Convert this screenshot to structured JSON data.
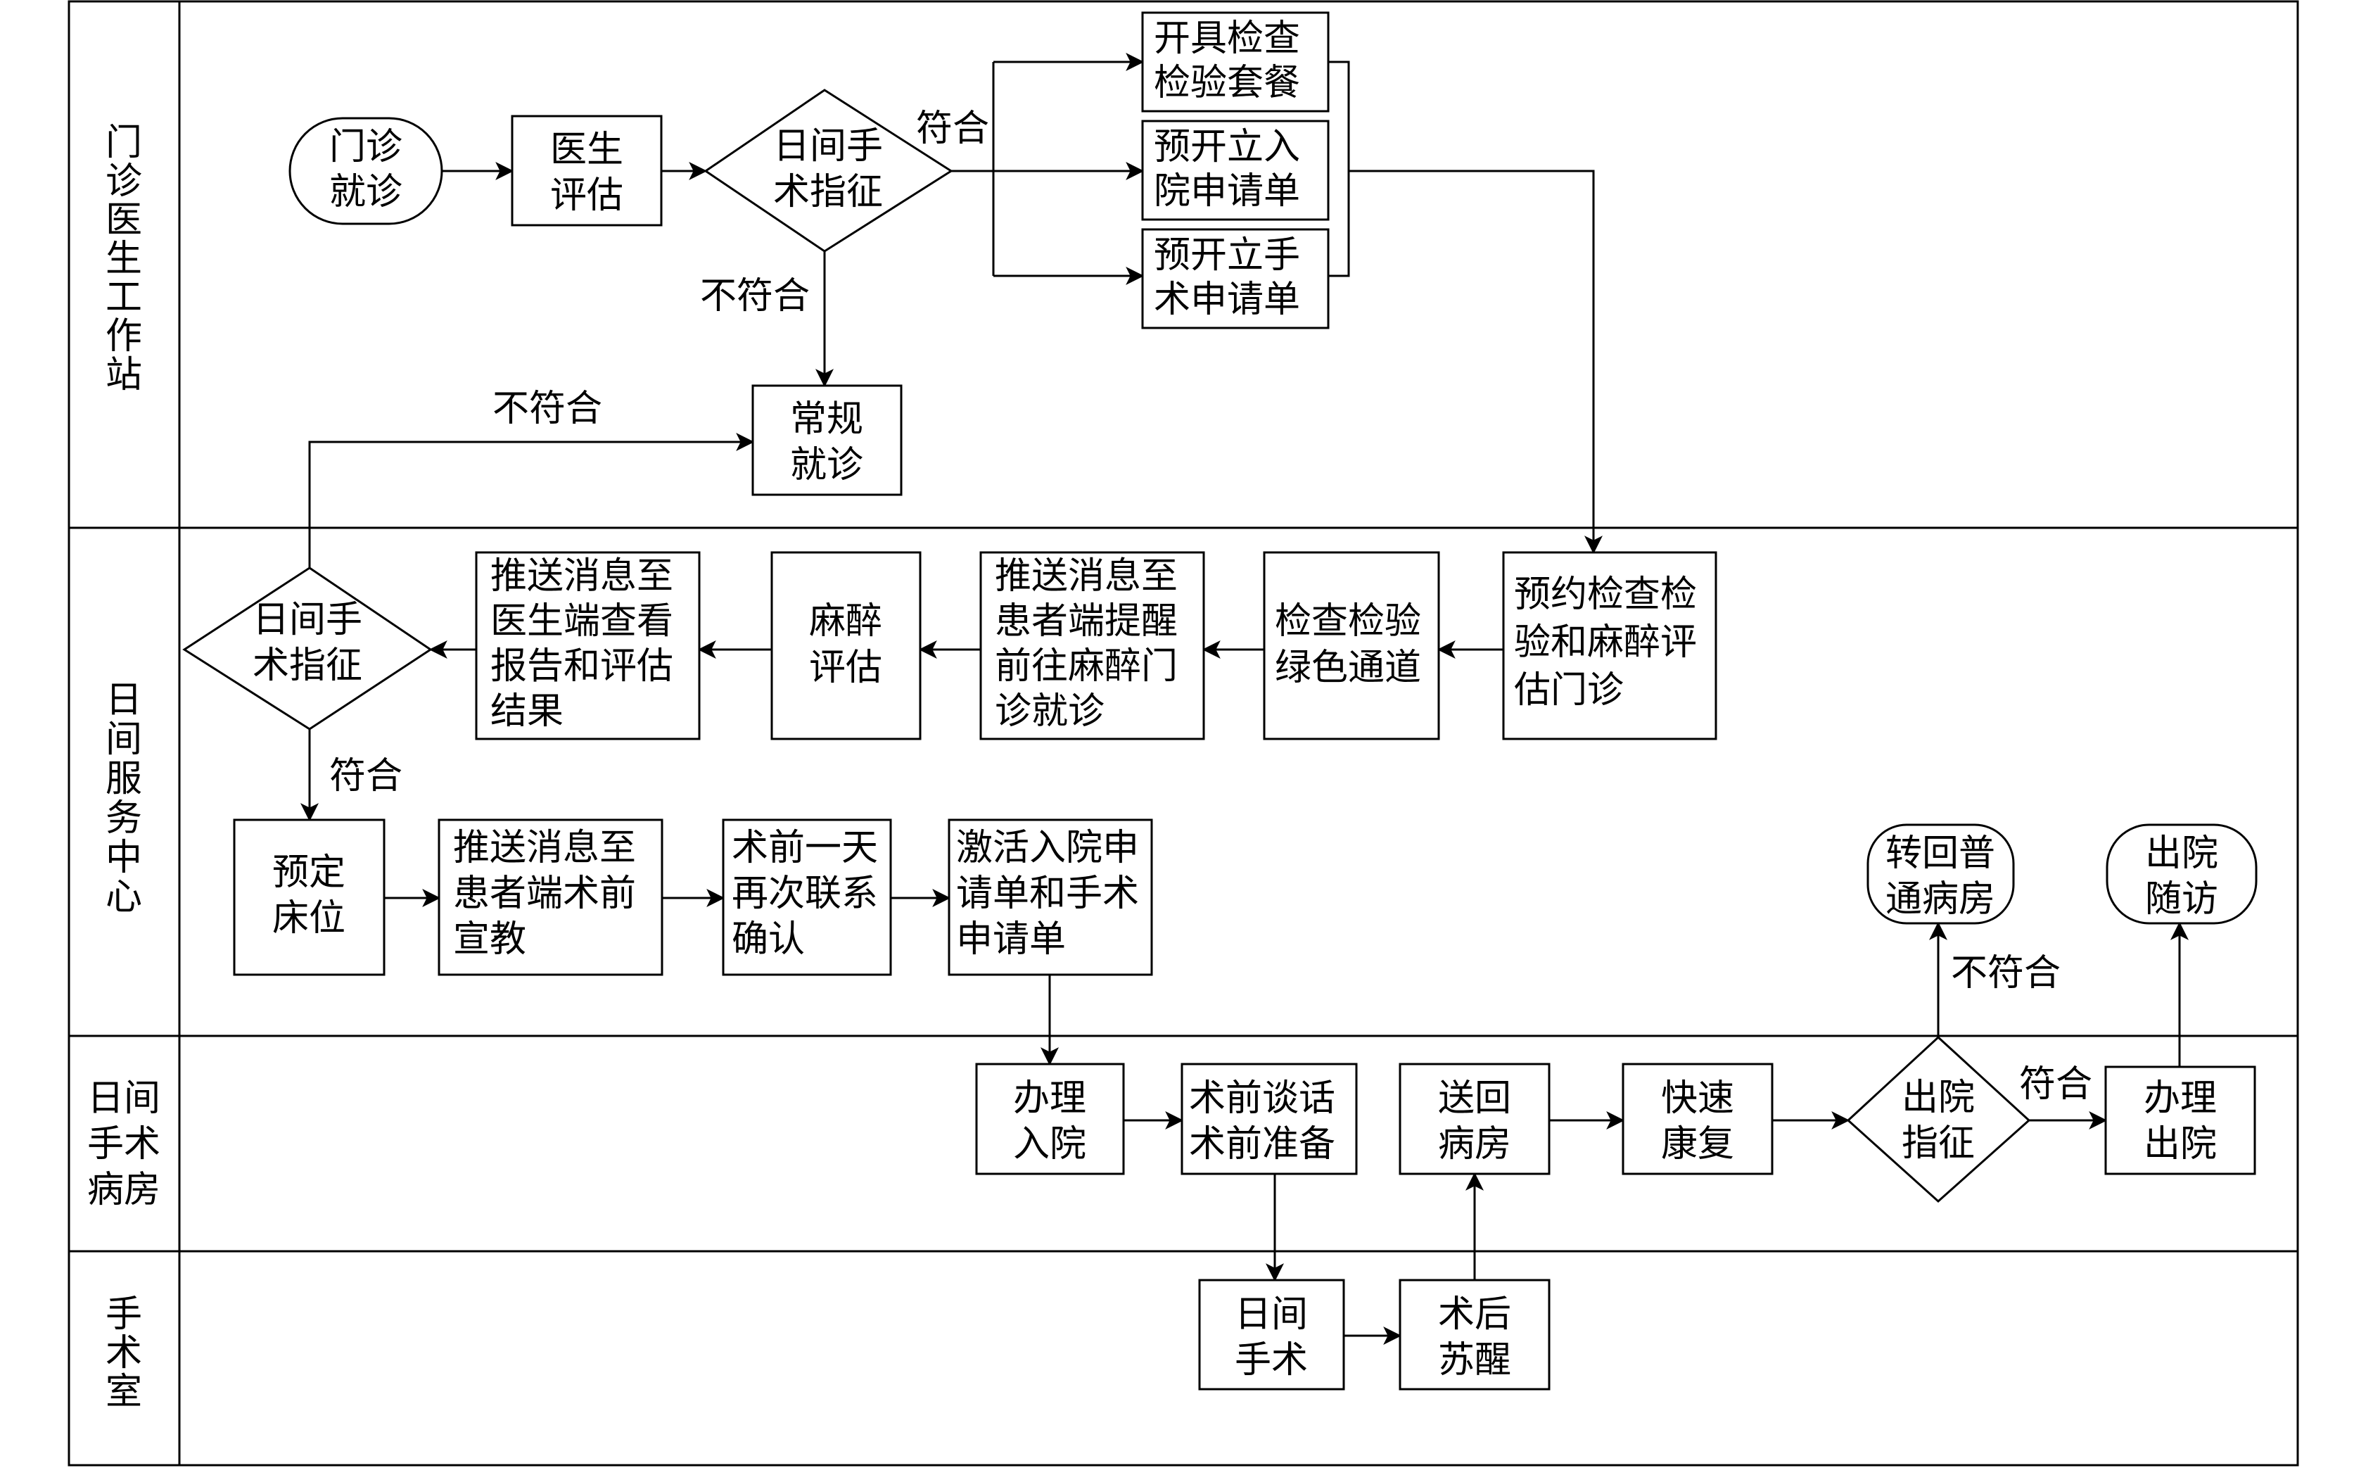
{
  "lanes": [
    {
      "label": [
        "门",
        "诊",
        "医",
        "生",
        "工",
        "作",
        "站"
      ]
    },
    {
      "label": [
        "日",
        "间",
        "服",
        "务",
        "中",
        "心"
      ]
    },
    {
      "label": [
        "日间",
        "手术",
        "病房"
      ]
    },
    {
      "label": [
        "手",
        "术",
        "室"
      ]
    }
  ],
  "nodes": {
    "outpatient": [
      "门诊",
      "就诊"
    ],
    "doctor_eval": [
      "医生",
      "评估"
    ],
    "decision1": [
      "日间手",
      "术指征"
    ],
    "exam_package": [
      "开具检查",
      "检验套餐"
    ],
    "pre_admission": [
      "预开立入",
      "院申请单"
    ],
    "pre_surgery": [
      "预开立手",
      "术申请单"
    ],
    "routine": [
      "常规",
      "就诊"
    ],
    "booking": [
      "预约检查检",
      "验和麻醉评",
      "估门诊"
    ],
    "green_channel": [
      "检查检验",
      "绿色通道"
    ],
    "push_patient": [
      "推送消息至",
      "患者端提醒",
      "前往麻醉门",
      "诊就诊"
    ],
    "anesthesia_eval": [
      "麻醉",
      "评估"
    ],
    "push_doctor": [
      "推送消息至",
      "医生端查看",
      "报告和评估",
      "结果"
    ],
    "decision2": [
      "日间手",
      "术指征"
    ],
    "reserve_bed": [
      "预定",
      "床位"
    ],
    "push_edu": [
      "推送消息至",
      "患者端术前",
      "宣教"
    ],
    "confirm": [
      "术前一天",
      "再次联系",
      "确认"
    ],
    "activate": [
      "激活入院申",
      "请单和手术",
      "申请单"
    ],
    "admit": [
      "办理",
      "入院"
    ],
    "pre_talk": [
      "术前谈话",
      "术前准备"
    ],
    "surgery": [
      "日间",
      "手术"
    ],
    "recovery": [
      "术后",
      "苏醒"
    ],
    "return_ward": [
      "送回",
      "病房"
    ],
    "rehab": [
      "快速",
      "康复"
    ],
    "discharge_check": [
      "出院",
      "指征"
    ],
    "general_ward": [
      "转回普",
      "通病房"
    ],
    "discharge": [
      "办理",
      "出院"
    ],
    "followup": [
      "出院",
      "随访"
    ]
  },
  "edge_labels": {
    "d1_yes": "符合",
    "d1_no": "不符合",
    "d2_no": "不符合",
    "d2_yes": "符合",
    "d3_no": "不符合",
    "d3_yes": "符合"
  }
}
